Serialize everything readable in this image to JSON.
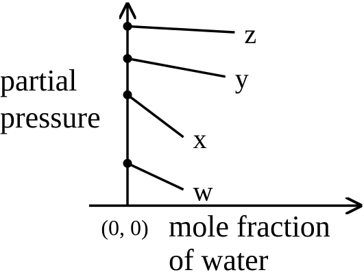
{
  "chart_data": {
    "type": "line",
    "title": "",
    "xlabel": [
      "mole fraction",
      "of water"
    ],
    "ylabel": [
      "partial",
      "pressure"
    ],
    "origin_label": "(0, 0)",
    "xlim": [
      0,
      1
    ],
    "ylim": [
      0,
      1
    ],
    "grid": false,
    "series": [
      {
        "name": "w",
        "points": [
          [
            0,
            0.21
          ],
          [
            0.24,
            0.08
          ]
        ]
      },
      {
        "name": "x",
        "points": [
          [
            0,
            0.55
          ],
          [
            0.24,
            0.34
          ]
        ]
      },
      {
        "name": "y",
        "points": [
          [
            0,
            0.73
          ],
          [
            0.42,
            0.64
          ]
        ]
      },
      {
        "name": "z",
        "points": [
          [
            0,
            0.89
          ],
          [
            0.46,
            0.86
          ]
        ]
      }
    ]
  }
}
